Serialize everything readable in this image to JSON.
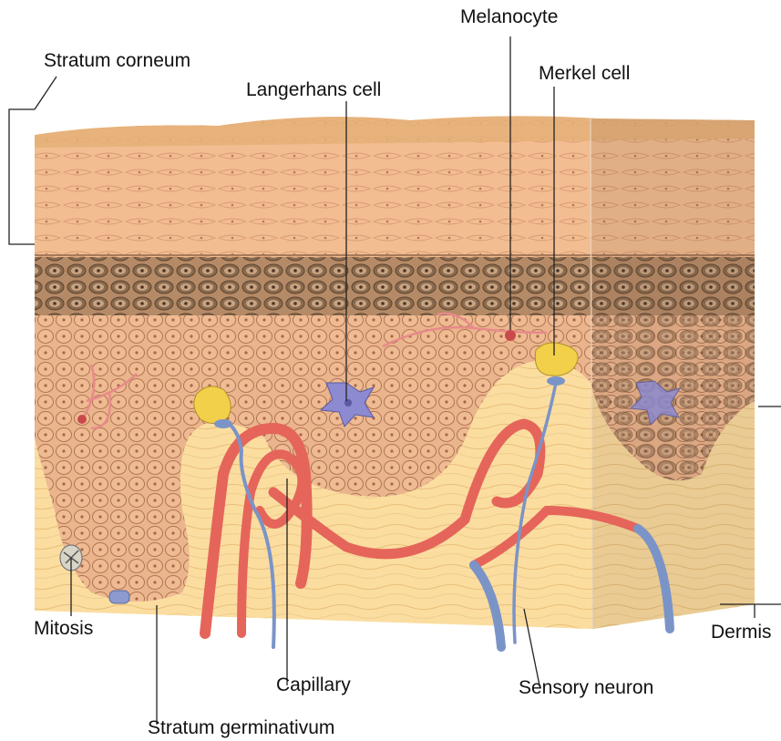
{
  "labels": {
    "stratum_corneum": "Stratum corneum",
    "langerhans_cell": "Langerhans cell",
    "melanocyte": "Melanocyte",
    "merkel_cell": "Merkel cell",
    "mitosis": "Mitosis",
    "capillary": "Capillary",
    "sensory_neuron": "Sensory neuron",
    "stratum_germinativum": "Stratum germinativum",
    "dermis": "Dermis"
  },
  "colors": {
    "stratum_corneum": "#f2bd90",
    "granular_layer": "#b58a66",
    "spinous_layer": "#eab48c",
    "dermis": "#fbdda0",
    "capillary": "#e5655a",
    "neuron": "#7b94c8",
    "langerhans": "#8c8ad0",
    "merkel": "#f2d04a",
    "leader_line": "#222222"
  }
}
